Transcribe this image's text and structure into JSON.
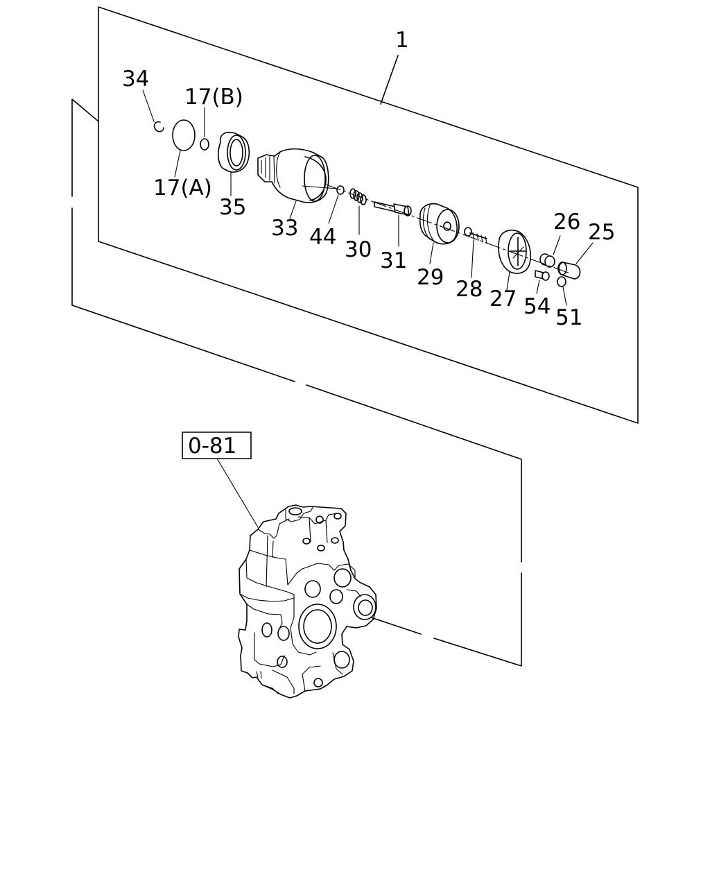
{
  "diagram": {
    "assembly_label": "1",
    "reference_label": "0-81",
    "parts": [
      {
        "id": "p34",
        "label": "34"
      },
      {
        "id": "p17b",
        "label": "17(B)"
      },
      {
        "id": "p17a",
        "label": "17(A)"
      },
      {
        "id": "p35",
        "label": "35"
      },
      {
        "id": "p33",
        "label": "33"
      },
      {
        "id": "p44",
        "label": "44"
      },
      {
        "id": "p30",
        "label": "30"
      },
      {
        "id": "p31",
        "label": "31"
      },
      {
        "id": "p29",
        "label": "29"
      },
      {
        "id": "p28",
        "label": "28"
      },
      {
        "id": "p27",
        "label": "27"
      },
      {
        "id": "p26",
        "label": "26"
      },
      {
        "id": "p25",
        "label": "25"
      },
      {
        "id": "p54",
        "label": "54"
      },
      {
        "id": "p51",
        "label": "51"
      }
    ]
  }
}
